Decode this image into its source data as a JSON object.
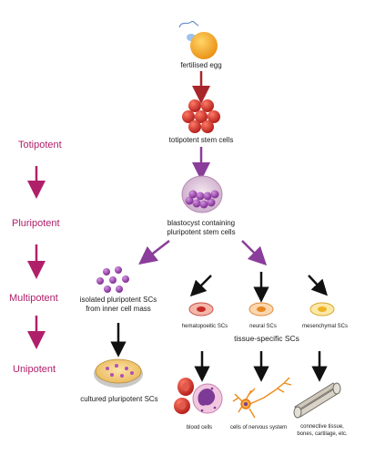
{
  "stages": {
    "totipotent": "Totipotent",
    "pluripotent": "Pluripotent",
    "multipotent": "Multipotent",
    "unipotent": "Unipotent"
  },
  "nodes": {
    "fertilised_egg": "fertilised egg",
    "totipotent_stem_cells": "totipotent stem cells",
    "blastocyst_line1": "blastocyst containing",
    "blastocyst_line2": "pluripotent stem cells",
    "isolated_line1": "isolated pluripotent SCs",
    "isolated_line2": "from inner cell mass",
    "hematopoietic": "hematopoeitic SCs",
    "neural": "neural SCs",
    "mesenchymal": "mesenchymal SCs",
    "tissue_specific": "tissue-specific SCs",
    "cultured": "cultured pluripotent SCs",
    "blood_cells": "blood cells",
    "nervous_cells": "cells of nervous system",
    "connective_line1": "connective tissue,",
    "connective_line2": "bones, cartilage, etc."
  },
  "colors": {
    "stage_text": "#b0206a",
    "stage_arrow": "#b0206a",
    "flow_arrow_red": "#a8252a",
    "flow_arrow_purple": "#8a3d9a",
    "arrow_black": "#111111",
    "egg": "#f3a71d",
    "morula": "#d8342b",
    "blastocyst_cells": "#a24bb0",
    "isolated_cells": "#9b4fb3",
    "dish_fill": "#f6d27b",
    "rbc": "#d5322c",
    "neuron": "#f08a1c",
    "mesenchymal": "#f2c23a"
  }
}
